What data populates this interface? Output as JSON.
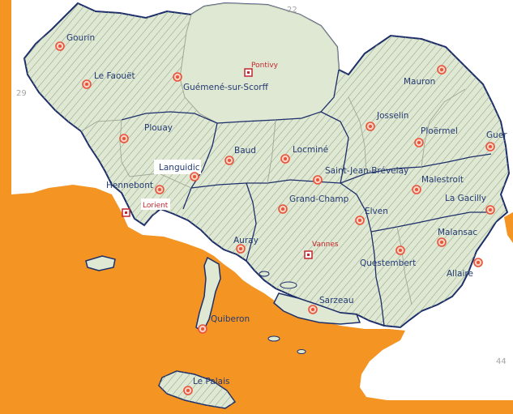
{
  "colors": {
    "sea": "#f39423",
    "land": "#dfe8d2",
    "hatch": "#93a389",
    "border": "#1d2f6a",
    "subborder": "#a0a79a",
    "marker_ring": "#e8533a",
    "label": "#243a73",
    "prefecture": "#c4262e",
    "neighbour": "#a4a4a4"
  },
  "neighbours": [
    {
      "id": "d22",
      "label": "22"
    },
    {
      "id": "d29",
      "label": "29"
    },
    {
      "id": "d44",
      "label": "44"
    }
  ],
  "prefectures": [
    {
      "id": "pontivy",
      "label": "Pontivy"
    },
    {
      "id": "lorient",
      "label": "Lorient"
    },
    {
      "id": "vannes",
      "label": "Vannes"
    }
  ],
  "towns": [
    {
      "id": "gourin",
      "label": "Gourin"
    },
    {
      "id": "le-faouet",
      "label": "Le Faouët"
    },
    {
      "id": "guemene",
      "label": "Guémené-sur-Scorff"
    },
    {
      "id": "mauron",
      "label": "Mauron"
    },
    {
      "id": "plouay",
      "label": "Plouay"
    },
    {
      "id": "josselin",
      "label": "Josselin"
    },
    {
      "id": "ploermel",
      "label": "Ploërmel"
    },
    {
      "id": "guer",
      "label": "Guer"
    },
    {
      "id": "baud",
      "label": "Baud"
    },
    {
      "id": "locmine",
      "label": "Locminé"
    },
    {
      "id": "languidic",
      "label": "Languidic"
    },
    {
      "id": "saint-jean",
      "label": "Saint-Jean-Brévelay"
    },
    {
      "id": "malestroit",
      "label": "Malestroit"
    },
    {
      "id": "hennebont",
      "label": "Hennebont"
    },
    {
      "id": "grand-champ",
      "label": "Grand-Champ"
    },
    {
      "id": "elven",
      "label": "Elven"
    },
    {
      "id": "la-gacilly",
      "label": "La Gacilly"
    },
    {
      "id": "malansac",
      "label": "Malansac"
    },
    {
      "id": "auray",
      "label": "Auray"
    },
    {
      "id": "questembert",
      "label": "Questembert"
    },
    {
      "id": "allaire",
      "label": "Allaire"
    },
    {
      "id": "sarzeau",
      "label": "Sarzeau"
    },
    {
      "id": "quiberon",
      "label": "Quiberon"
    },
    {
      "id": "le-palais",
      "label": "Le Palais"
    }
  ]
}
